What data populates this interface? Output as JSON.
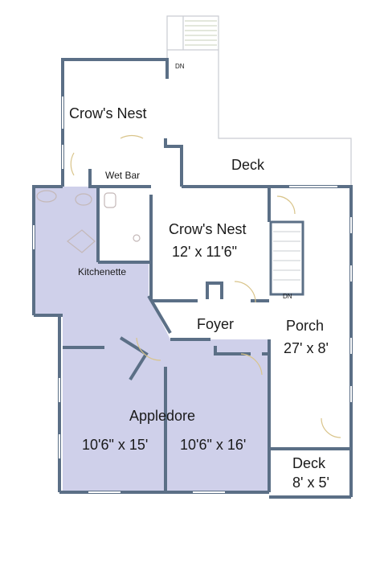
{
  "plan": {
    "rooms": {
      "crows_nest_upper": {
        "name": "Crow's Nest"
      },
      "deck_top": {
        "name": "Deck"
      },
      "wet_bar": {
        "name": "Wet Bar"
      },
      "crows_nest_main": {
        "name": "Crow's Nest",
        "size": "12' x 11'6\""
      },
      "kitchenette": {
        "name": "Kitchenette"
      },
      "foyer": {
        "name": "Foyer"
      },
      "porch": {
        "name": "Porch",
        "size": "27' x 8'"
      },
      "appledore": {
        "name": "Appledore",
        "size_left": "10'6\" x 15'",
        "size_right": "10'6\" x 16'"
      },
      "deck_bottom": {
        "name": "Deck",
        "size": "8' x 5'"
      }
    },
    "stairs": {
      "top_label": "DN",
      "porch_label": "DN"
    },
    "colors": {
      "wall": "#5b6f86",
      "highlight_fill": "#cfd0ea",
      "trim": "#d9c48a",
      "fixture": "#c4b8b8"
    }
  }
}
